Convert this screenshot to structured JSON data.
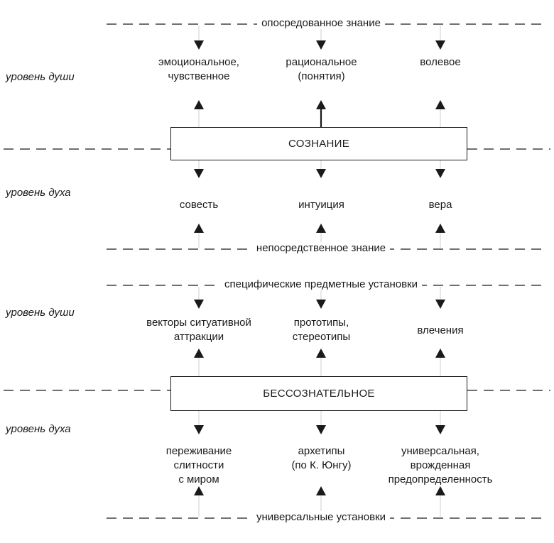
{
  "sections": [
    {
      "top_label": "опосредованное знание",
      "soul_level": "уровень души",
      "box": "СОЗНАНИЕ",
      "spirit_level": "уровень духа",
      "bottom_label": "непосредственное знание",
      "upper_items": [
        {
          "lines": [
            "эмоциональное,",
            "чувственное"
          ]
        },
        {
          "lines": [
            "рациональное",
            "(понятия)"
          ]
        },
        {
          "lines": [
            "волевое"
          ]
        }
      ],
      "lower_items": [
        {
          "lines": [
            "совесть"
          ]
        },
        {
          "lines": [
            "интуиция"
          ]
        },
        {
          "lines": [
            "вера"
          ]
        }
      ]
    },
    {
      "top_label": "специфические предметные установки",
      "soul_level": "уровень души",
      "box": "БЕССОЗНАТЕЛЬНОЕ",
      "spirit_level": "уровень духа",
      "bottom_label": "универсальные установки",
      "upper_items": [
        {
          "lines": [
            "векторы ситуативной",
            "аттракции"
          ]
        },
        {
          "lines": [
            "прототипы,",
            "стереотипы"
          ]
        },
        {
          "lines": [
            "влечения"
          ]
        }
      ],
      "lower_items": [
        {
          "lines": [
            "переживание",
            "слитности",
            "с миром"
          ]
        },
        {
          "lines": [
            "архетипы",
            "(по К. Юнгу)"
          ]
        },
        {
          "lines": [
            "универсальная,",
            "врожденная",
            "предопределенность"
          ]
        }
      ]
    }
  ]
}
